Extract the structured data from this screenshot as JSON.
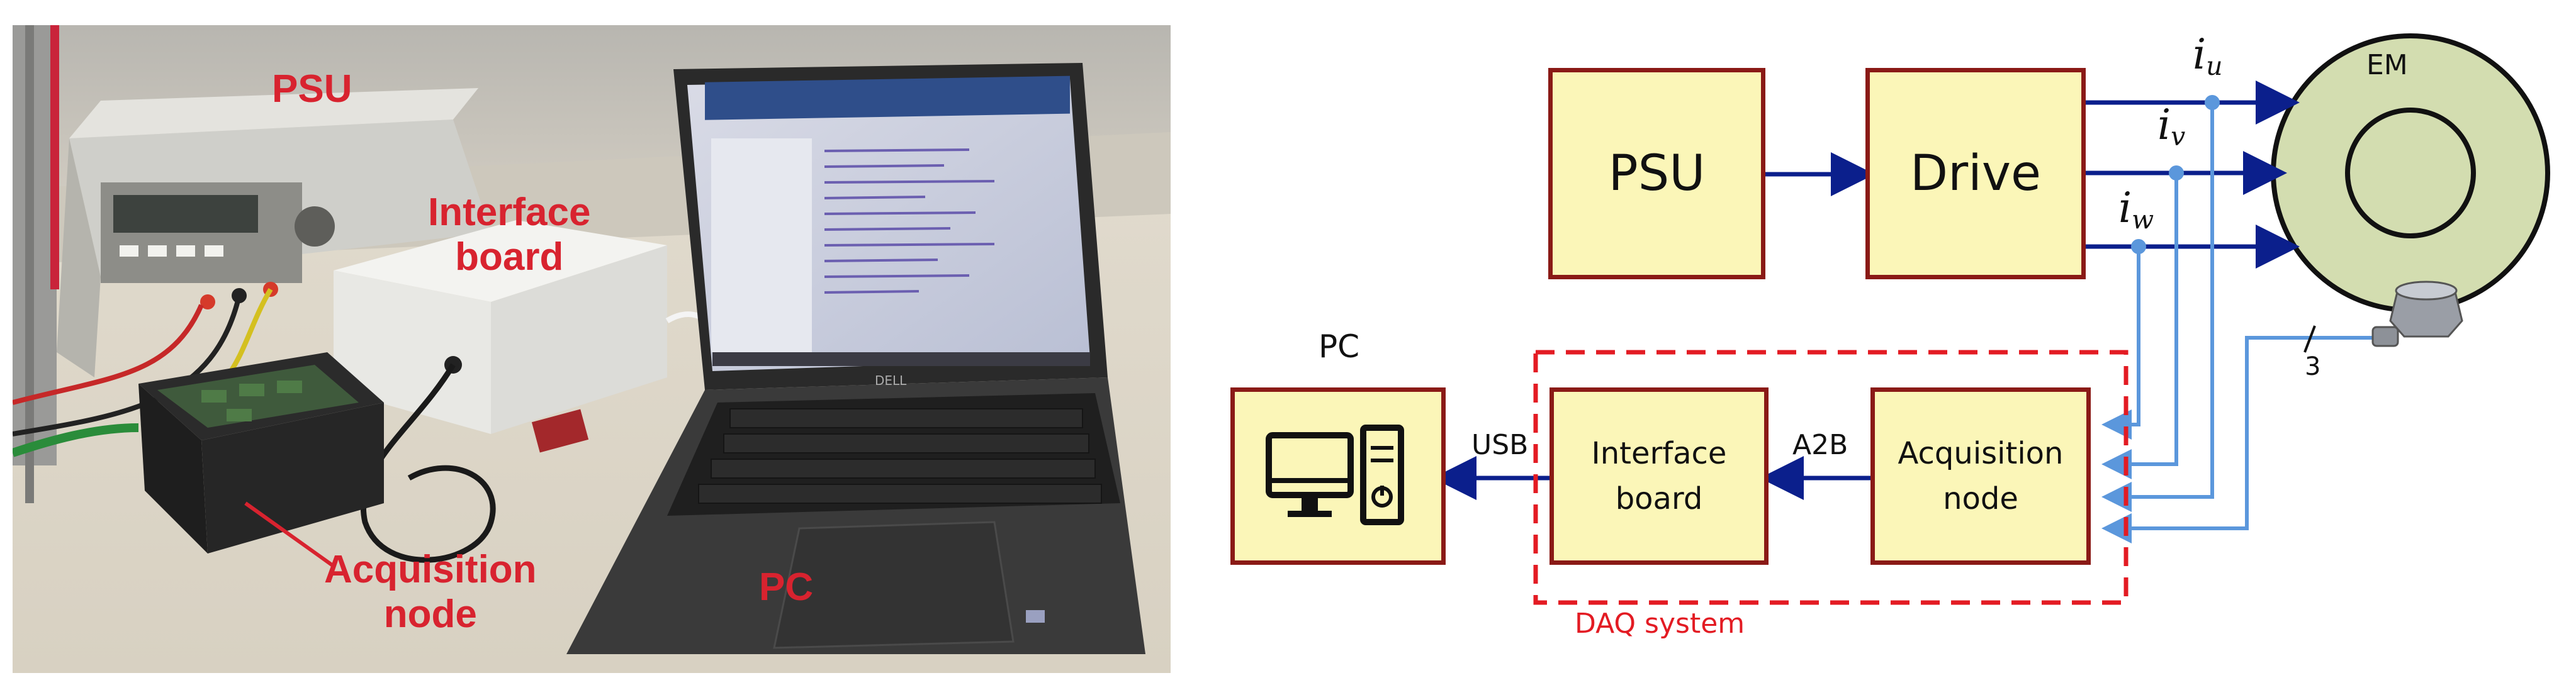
{
  "photo": {
    "labels": {
      "psu": "PSU",
      "interface_board": "Interface\nboard",
      "acquisition_node": "Acquisition\nnode",
      "pc": "PC"
    },
    "laptop_brand": "DELL"
  },
  "diagram": {
    "blocks": {
      "psu": "PSU",
      "drive": "Drive",
      "pc_title": "PC",
      "interface_board": "Interface\nboard",
      "acquisition_node": "Acquisition\nnode",
      "em": "EM"
    },
    "signals": {
      "iu": {
        "base": "i",
        "sub": "u"
      },
      "iv": {
        "base": "i",
        "sub": "v"
      },
      "iw": {
        "base": "i",
        "sub": "w"
      }
    },
    "link_labels": {
      "usb": "USB",
      "a2b": "A2B",
      "bus_width": "3"
    },
    "daq_label": "DAQ system",
    "colors": {
      "block_fill": "#fbf6b8",
      "block_border": "#8a1a16",
      "power_arrow": "#0b1f8c",
      "signal_line": "#5b97dc",
      "daq_box": "#e31b23",
      "em_fill": "#d3ddb0",
      "photo_label": "#d8232f"
    },
    "icons": [
      "desktop-computer-icon",
      "accelerometer-sensor-icon"
    ]
  }
}
